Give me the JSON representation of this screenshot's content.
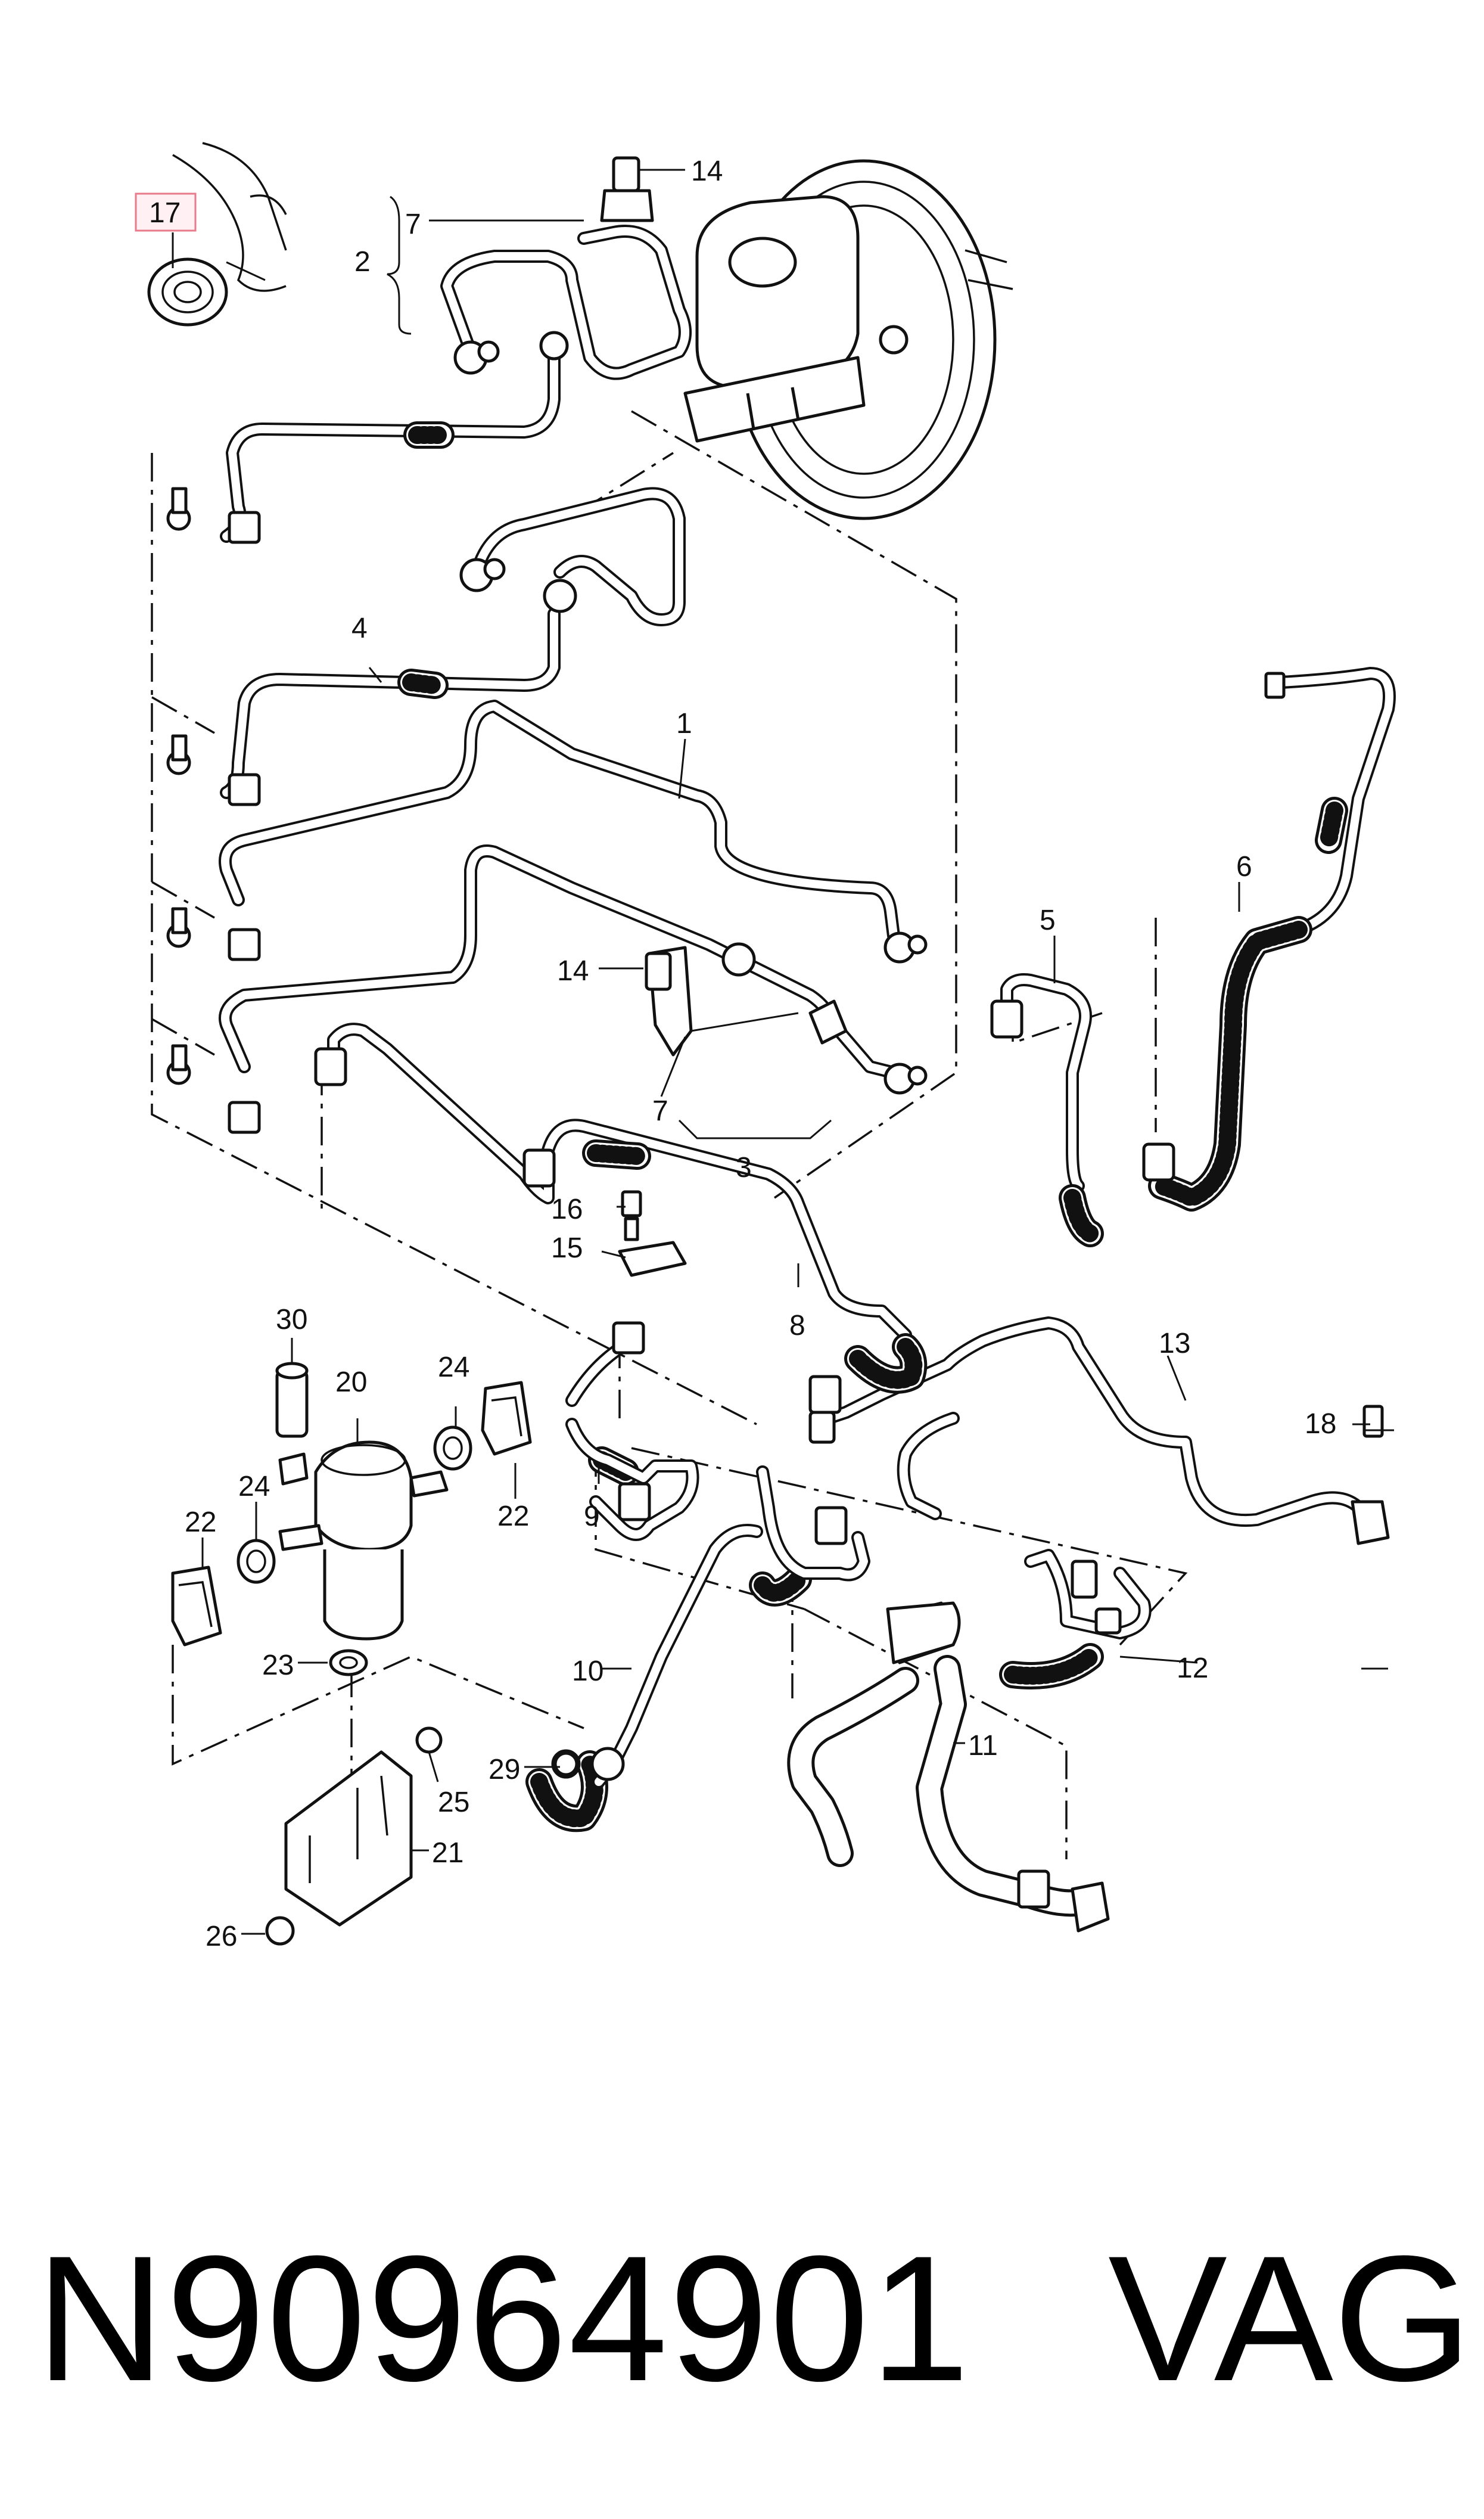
{
  "footer": {
    "part_number": "N90964901",
    "brand": "VAG"
  },
  "diagram": {
    "highlighted_callout": "17",
    "highlight_color": "#e87a8a",
    "callouts": {
      "c1": "1",
      "c2": "2",
      "c3": "3",
      "c4": "4",
      "c5": "5",
      "c6": "6",
      "c7a": "7",
      "c7b": "7",
      "c8": "8",
      "c9": "9",
      "c10": "10",
      "c11": "11",
      "c12": "12",
      "c13": "13",
      "c14a": "14",
      "c14b": "14",
      "c15": "15",
      "c16": "16",
      "c17": "17",
      "c18": "18",
      "c20": "20",
      "c21": "21",
      "c22a": "22",
      "c22b": "22",
      "c23": "23",
      "c24a": "24",
      "c24b": "24",
      "c25": "25",
      "c26": "26",
      "c29": "29",
      "c30": "30"
    }
  }
}
